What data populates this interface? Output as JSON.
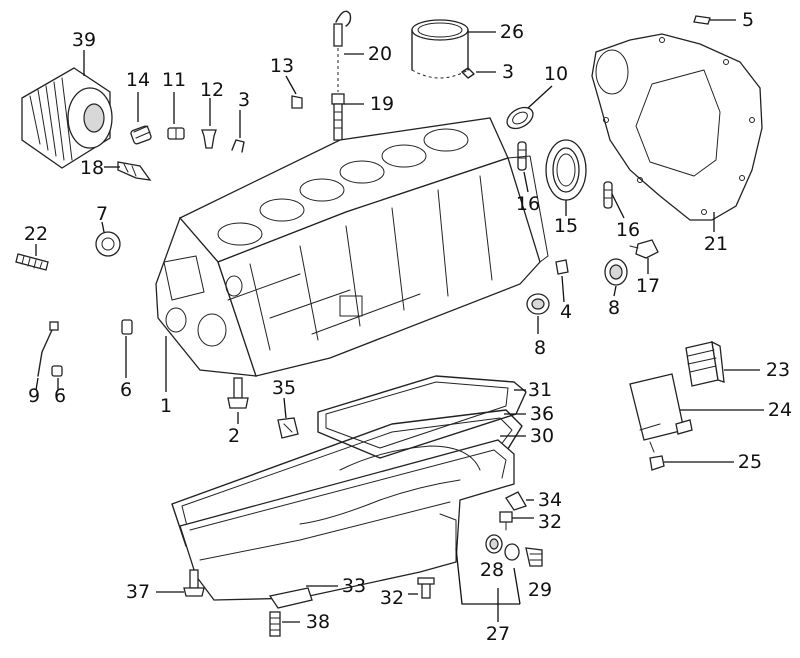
{
  "diagram": {
    "callouts": [
      {
        "id": "c39",
        "label": "39"
      },
      {
        "id": "c14",
        "label": "14"
      },
      {
        "id": "c11",
        "label": "11"
      },
      {
        "id": "c12",
        "label": "12"
      },
      {
        "id": "c3a",
        "label": "3"
      },
      {
        "id": "c13",
        "label": "13"
      },
      {
        "id": "c20",
        "label": "20"
      },
      {
        "id": "c19",
        "label": "19"
      },
      {
        "id": "c26",
        "label": "26"
      },
      {
        "id": "c3b",
        "label": "3"
      },
      {
        "id": "c10",
        "label": "10"
      },
      {
        "id": "c5",
        "label": "5"
      },
      {
        "id": "c18",
        "label": "18"
      },
      {
        "id": "c16a",
        "label": "16"
      },
      {
        "id": "c15",
        "label": "15"
      },
      {
        "id": "c16b",
        "label": "16"
      },
      {
        "id": "c21",
        "label": "21"
      },
      {
        "id": "c22",
        "label": "22"
      },
      {
        "id": "c7",
        "label": "7"
      },
      {
        "id": "c17",
        "label": "17"
      },
      {
        "id": "c8a",
        "label": "8"
      },
      {
        "id": "c4",
        "label": "4"
      },
      {
        "id": "c8b",
        "label": "8"
      },
      {
        "id": "c9",
        "label": "9"
      },
      {
        "id": "c6a",
        "label": "6"
      },
      {
        "id": "c6b",
        "label": "6"
      },
      {
        "id": "c1",
        "label": "1"
      },
      {
        "id": "c35",
        "label": "35"
      },
      {
        "id": "c2",
        "label": "2"
      },
      {
        "id": "c31",
        "label": "31"
      },
      {
        "id": "c36",
        "label": "36"
      },
      {
        "id": "c30",
        "label": "30"
      },
      {
        "id": "c23",
        "label": "23"
      },
      {
        "id": "c24",
        "label": "24"
      },
      {
        "id": "c25",
        "label": "25"
      },
      {
        "id": "c34",
        "label": "34"
      },
      {
        "id": "c32a",
        "label": "32"
      },
      {
        "id": "c28",
        "label": "28"
      },
      {
        "id": "c29",
        "label": "29"
      },
      {
        "id": "c37",
        "label": "37"
      },
      {
        "id": "c33",
        "label": "33"
      },
      {
        "id": "c32b",
        "label": "32"
      },
      {
        "id": "c38",
        "label": "38"
      },
      {
        "id": "c27",
        "label": "27"
      }
    ]
  }
}
